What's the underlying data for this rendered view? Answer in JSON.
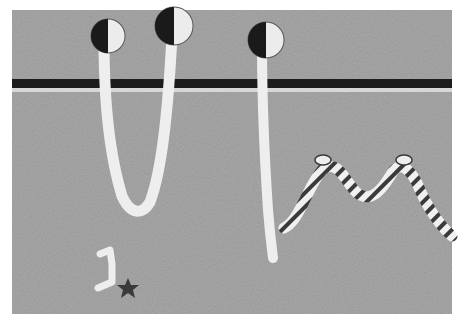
{
  "figure": {
    "kind": "grayscale illustration",
    "background_color": "#9a9a9a",
    "frame_color": "#ffffff",
    "membrane_band_color": "#1c1c1c",
    "membrane_highlight_color": "#d6d6d6",
    "strand_color": "#eeeeee",
    "head_dark_color": "#1a1a1a",
    "head_light_color": "#ececec",
    "coil_dark_color": "#3a3a3a",
    "small_mark_color": "#3a3a3a"
  },
  "elements": {
    "anchored_heads": 3,
    "hanging_loops": 1,
    "straight_strands": 1,
    "coiled_strands": 1,
    "coiled_strand_anchor_beads": 2,
    "small_bent_fragments": 1,
    "star_marks": 1
  }
}
